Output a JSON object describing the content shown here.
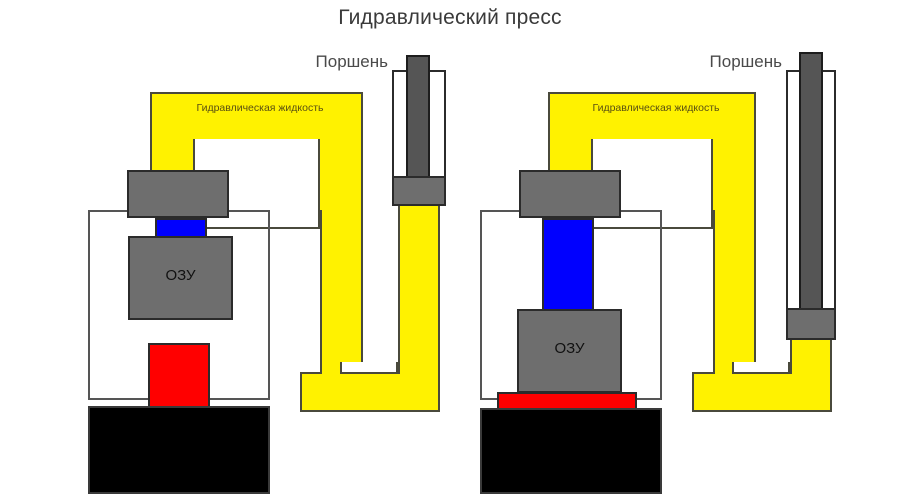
{
  "diagram": {
    "title": "Гидравлический пресс",
    "type": "hydraulic-press-schematic",
    "panels": [
      {
        "id": "left-press",
        "state": "uncompressed",
        "piston_label": "Поршень",
        "fluid_label": "Гидравлическая жидкость",
        "ram_label": "ОЗУ",
        "piston_position": "raised",
        "workpiece_shape": "tall-block",
        "ram_gap": "small"
      },
      {
        "id": "right-press",
        "state": "compressed",
        "piston_label": "Поршень",
        "fluid_label": "Гидравлическая жидкость",
        "ram_label": "ОЗУ",
        "piston_position": "lowered",
        "workpiece_shape": "flattened-block",
        "ram_gap": "large"
      }
    ],
    "colors": {
      "hydraulic_fluid": "#FFF200",
      "piston_and_ram": "#6E6E6E",
      "piston_rod": "#555555",
      "ram_shaft": "#0000FF",
      "workpiece": "#FF0000",
      "anvil_base": "#000000",
      "outline": "#2b2b2b",
      "frame_outline": "#555555",
      "background": "#FFFFFF",
      "title_text": "#3A3A3A",
      "fluid_label_text": "#5A5012"
    }
  }
}
